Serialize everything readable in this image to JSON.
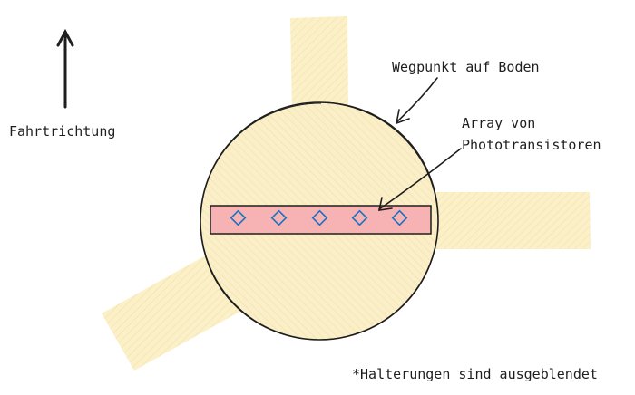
{
  "labels": {
    "direction": "Fahrtrichtung",
    "waypoint": "Wegpunkt auf Boden",
    "array_line1": "Array von",
    "array_line2": "Phototransistoren",
    "footnote": "*Halterungen sind ausgeblendet"
  },
  "colors": {
    "floor_fill": "#fbf0c8",
    "robot_fill": "#faefc9",
    "array_fill": "#f7b3b3",
    "sensor_stroke": "#1971c2",
    "ink": "#1e1e1e"
  },
  "sensor_count": 5
}
